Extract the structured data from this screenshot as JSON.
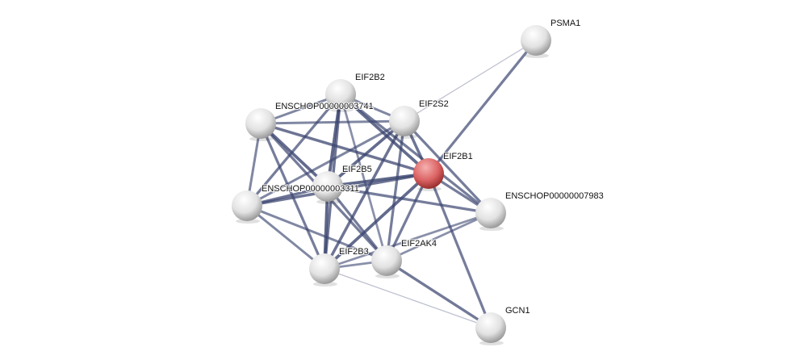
{
  "network": {
    "query_color": "#d9484a",
    "node_color": "#e8e8e8",
    "edge_color": "#3c4670",
    "nodes": [
      {
        "id": "PSMA1",
        "label": "PSMA1",
        "query": false
      },
      {
        "id": "EIF2B2",
        "label": "EIF2B2",
        "query": false
      },
      {
        "id": "ENSCHOP00000003741",
        "label": "ENSCHOP00000003741",
        "query": false
      },
      {
        "id": "EIF2S2",
        "label": "EIF2S2",
        "query": false
      },
      {
        "id": "EIF2B1",
        "label": "EIF2B1",
        "query": true
      },
      {
        "id": "EIF2B5",
        "label": "EIF2B5",
        "query": false
      },
      {
        "id": "ENSCHOP00000003311",
        "label": "ENSCHOP00000003311",
        "query": false
      },
      {
        "id": "ENSCHOP00000007983",
        "label": "ENSCHOP00000007983",
        "query": false
      },
      {
        "id": "EIF2B3",
        "label": "EIF2B3",
        "query": false
      },
      {
        "id": "EIF2AK4",
        "label": "EIF2AK4",
        "query": false
      },
      {
        "id": "GCN1",
        "label": "GCN1",
        "query": false
      }
    ],
    "edges": [
      [
        "PSMA1",
        "EIF2B1",
        0.7
      ],
      [
        "PSMA1",
        "EIF2S2",
        0.2
      ],
      [
        "EIF2B2",
        "ENSCHOP00000003741",
        0.6
      ],
      [
        "EIF2B2",
        "EIF2S2",
        0.6
      ],
      [
        "EIF2B2",
        "EIF2B1",
        0.9
      ],
      [
        "EIF2B2",
        "EIF2B5",
        0.95
      ],
      [
        "EIF2B2",
        "ENSCHOP00000003311",
        0.7
      ],
      [
        "EIF2B2",
        "EIF2B3",
        0.8
      ],
      [
        "EIF2B2",
        "EIF2AK4",
        0.5
      ],
      [
        "EIF2B2",
        "ENSCHOP00000007983",
        0.7
      ],
      [
        "ENSCHOP00000003741",
        "EIF2S2",
        0.6
      ],
      [
        "ENSCHOP00000003741",
        "EIF2B1",
        0.8
      ],
      [
        "ENSCHOP00000003741",
        "EIF2B5",
        0.9
      ],
      [
        "ENSCHOP00000003741",
        "ENSCHOP00000003311",
        0.6
      ],
      [
        "ENSCHOP00000003741",
        "EIF2B3",
        0.7
      ],
      [
        "ENSCHOP00000003741",
        "EIF2AK4",
        0.7
      ],
      [
        "EIF2S2",
        "EIF2B1",
        0.8
      ],
      [
        "EIF2S2",
        "EIF2B5",
        0.9
      ],
      [
        "EIF2S2",
        "ENSCHOP00000003311",
        0.6
      ],
      [
        "EIF2S2",
        "EIF2B3",
        0.8
      ],
      [
        "EIF2S2",
        "EIF2AK4",
        0.7
      ],
      [
        "EIF2S2",
        "ENSCHOP00000007983",
        0.7
      ],
      [
        "EIF2B1",
        "EIF2B5",
        0.95
      ],
      [
        "EIF2B1",
        "ENSCHOP00000003311",
        0.8
      ],
      [
        "EIF2B1",
        "EIF2B3",
        0.9
      ],
      [
        "EIF2B1",
        "EIF2AK4",
        0.7
      ],
      [
        "EIF2B1",
        "ENSCHOP00000007983",
        0.7
      ],
      [
        "EIF2B1",
        "GCN1",
        0.7
      ],
      [
        "EIF2B5",
        "ENSCHOP00000003311",
        0.8
      ],
      [
        "EIF2B5",
        "EIF2B3",
        0.95
      ],
      [
        "EIF2B5",
        "EIF2AK4",
        0.7
      ],
      [
        "EIF2B5",
        "ENSCHOP00000007983",
        0.7
      ],
      [
        "ENSCHOP00000003311",
        "EIF2B3",
        0.6
      ],
      [
        "ENSCHOP00000003311",
        "EIF2AK4",
        0.6
      ],
      [
        "EIF2B3",
        "EIF2AK4",
        0.5
      ],
      [
        "EIF2B3",
        "ENSCHOP00000007983",
        0.5
      ],
      [
        "EIF2B3",
        "GCN1",
        0.15
      ],
      [
        "EIF2AK4",
        "ENSCHOP00000007983",
        0.5
      ],
      [
        "EIF2AK4",
        "GCN1",
        0.75
      ]
    ]
  }
}
